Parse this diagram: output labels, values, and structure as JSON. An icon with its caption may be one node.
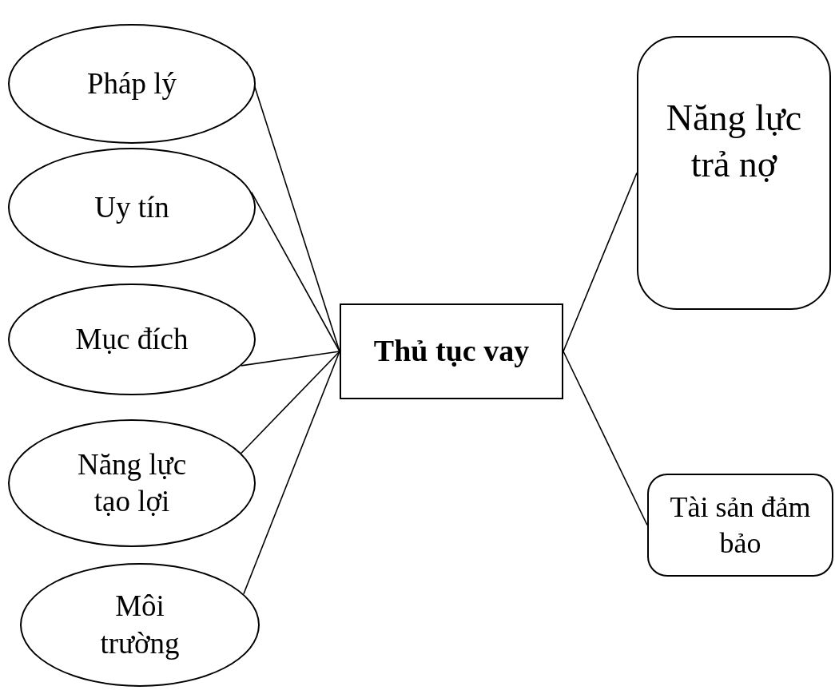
{
  "diagram": {
    "nodes": [
      {
        "text": [
          "Pháp lý"
        ]
      },
      {
        "text": [
          "Uy tín"
        ]
      },
      {
        "text": [
          "Mục đích"
        ]
      },
      {
        "text": [
          "Năng lực tạo lợi"
        ]
      },
      {
        "text": [
          "Môi trường"
        ]
      },
      {
        "text": [
          "Thủ tục vay"
        ]
      },
      {
        "text": [
          "Năng lực trả nợ"
        ]
      },
      {
        "text": [
          "Tài sản đảm bảo"
        ]
      }
    ],
    "edges": [
      {
        "from": 0,
        "to": 5,
        "arrow": "none"
      },
      {
        "from": 1,
        "to": 5,
        "arrow": "none"
      },
      {
        "from": 2,
        "to": 5,
        "arrow": "none"
      },
      {
        "from": 3,
        "to": 5,
        "arrow": "none"
      },
      {
        "from": 4,
        "to": 5,
        "arrow": "none"
      },
      {
        "from": 5,
        "to": 6,
        "arrow": "none"
      },
      {
        "from": 5,
        "to": 7,
        "arrow": "none"
      }
    ]
  }
}
